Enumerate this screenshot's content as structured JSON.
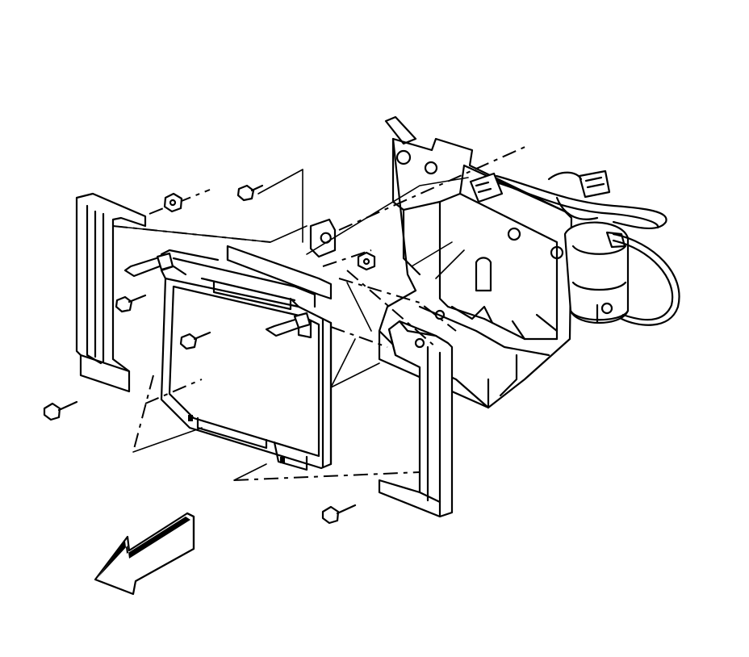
{
  "diagram": {
    "background": "#ffffff",
    "line_color": "#000000",
    "parts": [
      "left-bracket",
      "ecm-module",
      "right-bracket",
      "mounting-frame",
      "fuel-filter-assembly",
      "wiring-harness",
      "fasteners",
      "direction-arrow"
    ]
  }
}
